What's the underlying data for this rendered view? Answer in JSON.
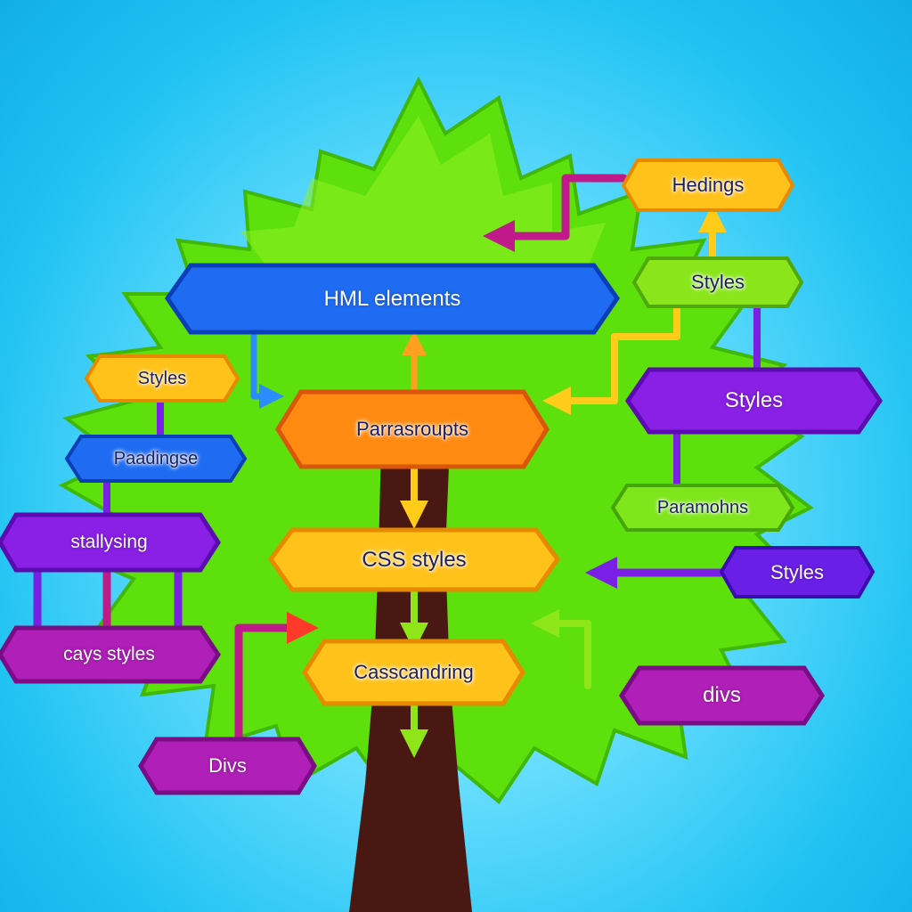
{
  "nodes": [
    {
      "id": "headings",
      "label": "Hedings",
      "fill": "#ffc21a",
      "edge": "#e68b00"
    },
    {
      "id": "styles-top-right",
      "label": "Styles",
      "fill": "#8ae61a",
      "edge": "#4fa80c"
    },
    {
      "id": "html-elements",
      "label": "HML elements",
      "fill": "#1f6cf2",
      "edge": "#0b3fb8"
    },
    {
      "id": "styles-left",
      "label": "Styles",
      "fill": "#ffc21a",
      "edge": "#e68b00"
    },
    {
      "id": "paragraphs-center",
      "label": "Parrasroupts",
      "fill": "#ff8a12",
      "edge": "#d9560a"
    },
    {
      "id": "styles-right-purple",
      "label": "Styles",
      "fill": "#8a1fe6",
      "edge": "#5a0cb0"
    },
    {
      "id": "paddings",
      "label": "Paadingse",
      "fill": "#1f6cf2",
      "edge": "#0b3fb8"
    },
    {
      "id": "paramohns",
      "label": "Paramohns",
      "fill": "#7ee61a",
      "edge": "#46a50c"
    },
    {
      "id": "stallysing",
      "label": "stallysing",
      "fill": "#8a1fe6",
      "edge": "#5a0cb0"
    },
    {
      "id": "css-styles",
      "label": "CSS styles",
      "fill": "#ffc21a",
      "edge": "#e68b00"
    },
    {
      "id": "styles-bottom-right",
      "label": "Styles",
      "fill": "#6a1fe6",
      "edge": "#3c0cb0"
    },
    {
      "id": "cays-styles",
      "label": "cays styles",
      "fill": "#b01fb8",
      "edge": "#7a0c85"
    },
    {
      "id": "cascading",
      "label": "Casscandring",
      "fill": "#ffc21a",
      "edge": "#e68b00"
    },
    {
      "id": "divs-right",
      "label": "divs",
      "fill": "#b01fb8",
      "edge": "#7a0c85"
    },
    {
      "id": "divs-bottom-left",
      "label": "Divs",
      "fill": "#b01fb8",
      "edge": "#7a0c85"
    }
  ],
  "colors": {
    "foliage": "#5ee00c",
    "foliage_light": "#8ff020",
    "foliage_dark": "#3fb80a",
    "trunk": "#4a1812",
    "arrow_yellow": "#ffcc1a",
    "arrow_orange": "#ff8a12",
    "arrow_green": "#8ee61a",
    "arrow_purple": "#8a1fe6",
    "arrow_magenta": "#c01a8a",
    "arrow_blue": "#2a8cff",
    "arrow_red": "#ff3a2a"
  }
}
